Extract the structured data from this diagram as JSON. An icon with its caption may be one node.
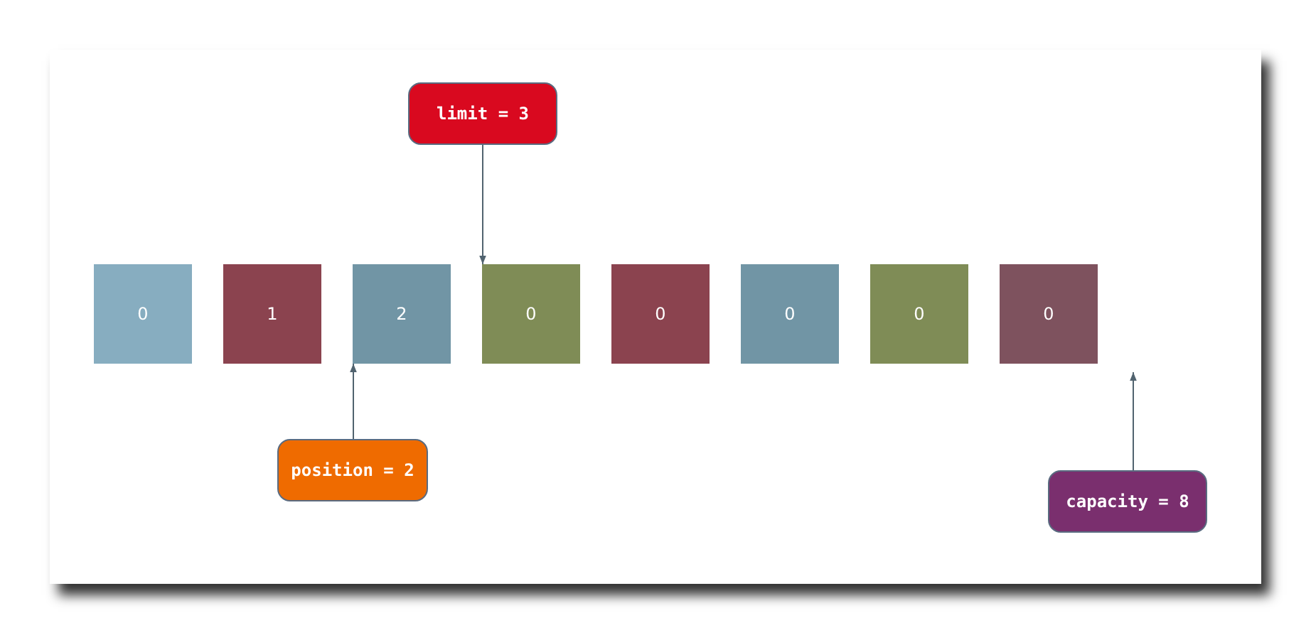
{
  "diagram": {
    "nodes": [
      {
        "text": [
          "limit = 3"
        ]
      },
      {
        "text": [
          "0"
        ]
      },
      {
        "text": [
          "1"
        ]
      },
      {
        "text": [
          "2"
        ]
      },
      {
        "text": [
          "0"
        ]
      },
      {
        "text": [
          "0"
        ]
      },
      {
        "text": [
          "0"
        ]
      },
      {
        "text": [
          "0"
        ]
      },
      {
        "text": [
          "0"
        ]
      },
      {
        "text": [
          "position = 2"
        ]
      },
      {
        "text": [
          "capacity = 8"
        ]
      }
    ],
    "edges": [
      {
        "from": 0,
        "to": 4,
        "arrow": "to"
      },
      {
        "from": 9,
        "to": 3,
        "arrow": "to"
      },
      {
        "from": 10,
        "to": null,
        "arrow": "to"
      }
    ]
  }
}
